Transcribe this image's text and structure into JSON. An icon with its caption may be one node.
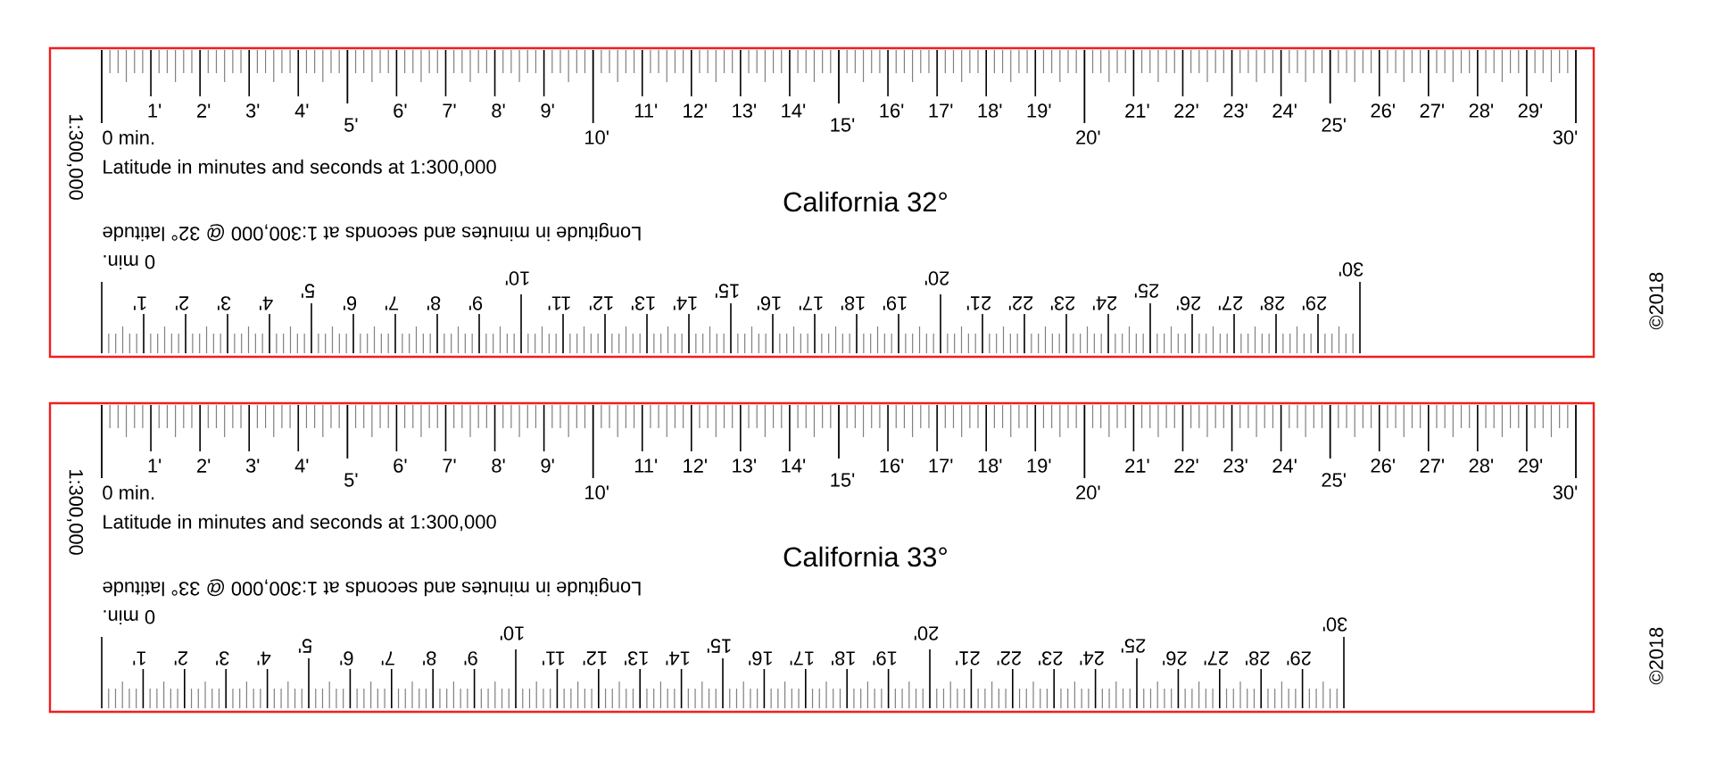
{
  "diagram": {
    "nodes": [
      {
        "text": [
          "1:300,000",
          "0 min.",
          "1'",
          "2'",
          "3'",
          "4'",
          "5'",
          "6'",
          "7'",
          "8'",
          "9'",
          "10'",
          "11'",
          "12'",
          "13'",
          "14'",
          "15'",
          "16'",
          "17'",
          "18'",
          "19'",
          "20'",
          "21'",
          "22'",
          "23'",
          "24'",
          "25'",
          "26'",
          "27'",
          "28'",
          "29'",
          "30'",
          "Latitude in minutes and seconds at 1:300,000",
          "California 32°",
          "Longitude in minutes and seconds at 1:300,000 @ 32° latitude",
          "0 min.",
          "1'",
          "2'",
          "3'",
          "4'",
          "5'",
          "6'",
          "7'",
          "8'",
          "9'",
          "10'",
          "11'",
          "12'",
          "13'",
          "14'",
          "15'",
          "16'",
          "17'",
          "18'",
          "19'",
          "20'",
          "21'",
          "22'",
          "23'",
          "24'",
          "25'",
          "26'",
          "27'",
          "28'",
          "29'",
          "30'",
          "©2018"
        ]
      },
      {
        "text": [
          "1:300,000",
          "0 min.",
          "1'",
          "2'",
          "3'",
          "4'",
          "5'",
          "6'",
          "7'",
          "8'",
          "9'",
          "10'",
          "11'",
          "12'",
          "13'",
          "14'",
          "15'",
          "16'",
          "17'",
          "18'",
          "19'",
          "20'",
          "21'",
          "22'",
          "23'",
          "24'",
          "25'",
          "26'",
          "27'",
          "28'",
          "29'",
          "30'",
          "Latitude in minutes and seconds at 1:300,000",
          "California 33°",
          "Longitude in minutes and seconds at 1:300,000 @ 33° latitude",
          "0 min.",
          "1'",
          "2'",
          "3'",
          "4'",
          "5'",
          "6'",
          "7'",
          "8'",
          "9'",
          "10'",
          "11'",
          "12'",
          "13'",
          "14'",
          "15'",
          "16'",
          "17'",
          "18'",
          "19'",
          "20'",
          "21'",
          "22'",
          "23'",
          "24'",
          "25'",
          "26'",
          "27'",
          "28'",
          "29'",
          "30'",
          "©2018"
        ]
      }
    ]
  }
}
